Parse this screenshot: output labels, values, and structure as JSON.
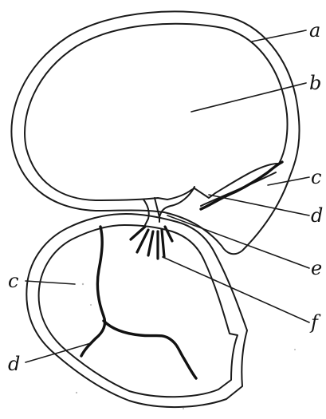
{
  "labels": {
    "a": "a",
    "b": "b",
    "c_right": "c",
    "d_right": "d",
    "e": "e",
    "f": "f",
    "c_left": "c",
    "d_left": "d"
  },
  "colors": {
    "ink": "#1a1a1a",
    "background": "#ffffff"
  }
}
